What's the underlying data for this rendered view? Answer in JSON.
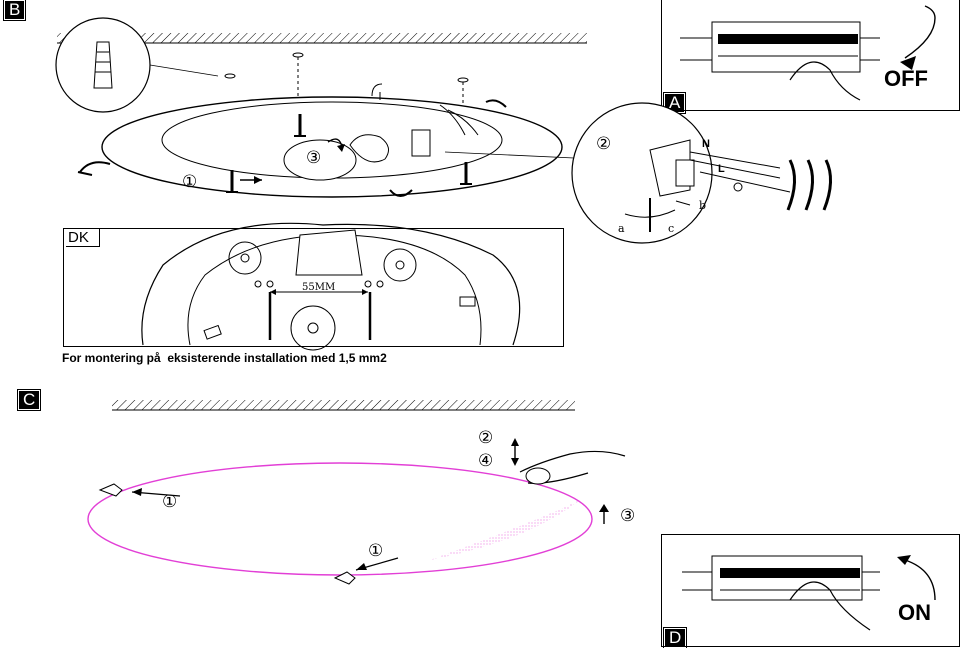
{
  "sections": {
    "b_label": "B",
    "c_label": "C",
    "a_label": "A",
    "d_label": "D"
  },
  "switch_off_label": "OFF",
  "switch_on_label": "ON",
  "dk_label": "DK",
  "dk_dimension": "55MM",
  "caption": "For montering på  eksisterende installation med 1,5 mm2",
  "step_marks": {
    "b1": "①",
    "b2": "②",
    "b3": "③",
    "c1a": "①",
    "c1b": "①",
    "c2": "②",
    "c3": "③",
    "c4": "④"
  },
  "wire_labels": {
    "n": "N",
    "l": "L"
  },
  "tool_labels": {
    "a": "a",
    "b": "b",
    "c": "c"
  },
  "colors": {
    "cover_outline": "#e23fd6",
    "line": "#000000"
  }
}
